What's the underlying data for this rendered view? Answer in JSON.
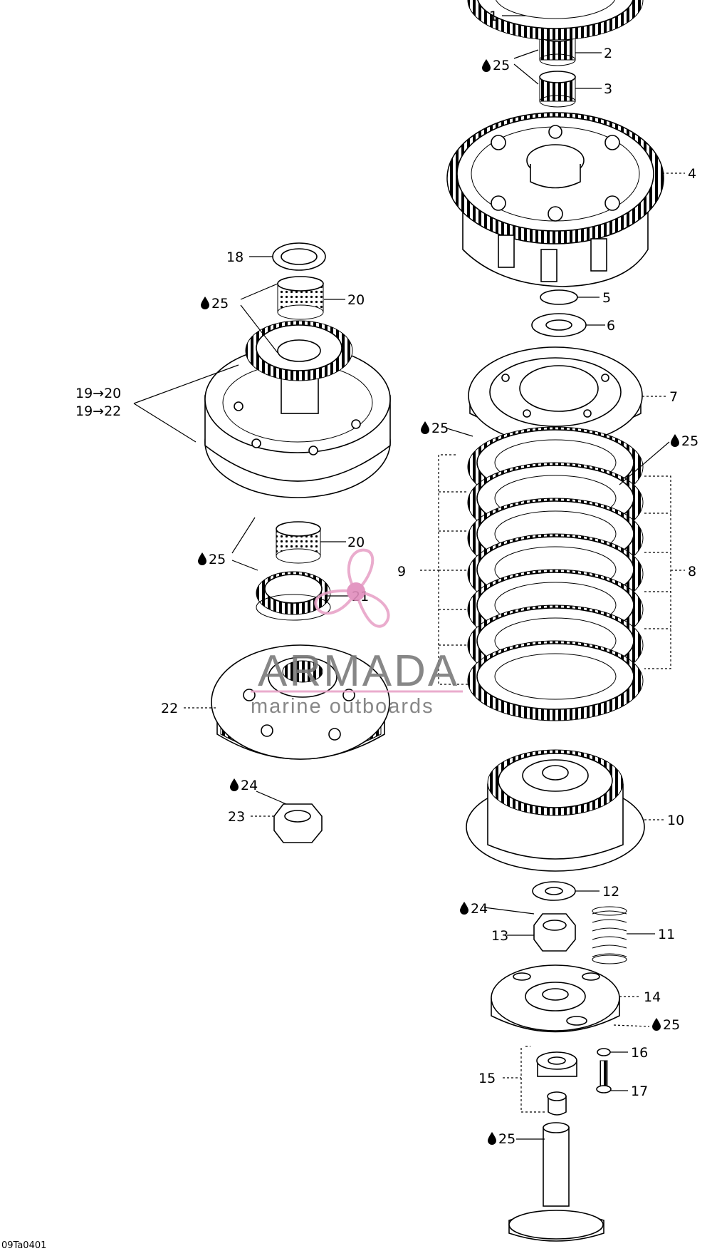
{
  "figure_code": "09Ta0401",
  "watermark": {
    "title": "ARMADA",
    "subtitle": "marine outboards",
    "accent_color": "#e8a4c8",
    "logo_icon": "propeller-logo-icon"
  },
  "callouts": {
    "c1": "1",
    "c2": "2",
    "c3": "3",
    "c4": "4",
    "c5": "5",
    "c6": "6",
    "c7": "7",
    "c8": "8",
    "c9": "9",
    "c10": "10",
    "c11": "11",
    "c12": "12",
    "c13": "13",
    "c14": "14",
    "c15": "15",
    "c16": "16",
    "c17": "17",
    "c18": "18",
    "c19a": "19→20",
    "c19b": "19→22",
    "c20a": "20",
    "c20b": "20",
    "c21": "21",
    "c22": "22",
    "c23": "23",
    "lub25a": "25",
    "lub25b": "25",
    "lub25c": "25",
    "lub25d": "25",
    "lub25e": "25",
    "lub25f": "25",
    "lub25g": "25",
    "lub24a": "24",
    "lub24b": "24"
  },
  "icons": {
    "lubricant": "oil-drop-icon"
  }
}
